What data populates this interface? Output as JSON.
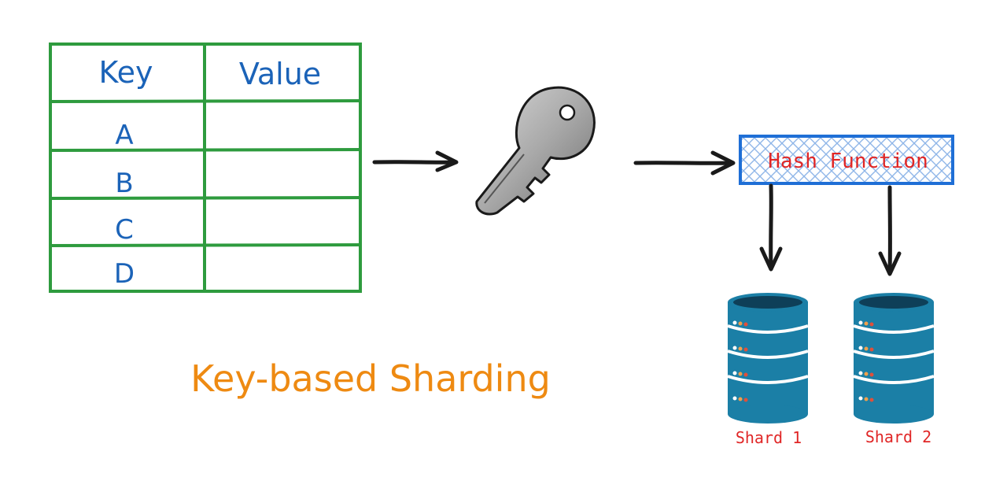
{
  "table": {
    "headers": [
      "Key",
      "Value"
    ],
    "rows": [
      {
        "key": "A",
        "value": ""
      },
      {
        "key": "B",
        "value": ""
      },
      {
        "key": "C",
        "value": ""
      },
      {
        "key": "D",
        "value": ""
      }
    ]
  },
  "hash_function": {
    "label": "Hash Function"
  },
  "shards": [
    {
      "label": "Shard 1"
    },
    {
      "label": "Shard 2"
    }
  ],
  "title": "Key-based Sharding",
  "icons": [
    "key-icon",
    "database-icon",
    "database-icon"
  ],
  "colors": {
    "table_border": "#2e9b3e",
    "table_text": "#1b63b8",
    "hash_border": "#1f6fd6",
    "hash_text": "#e02626",
    "title": "#ee8a12",
    "database": "#1b7fa6",
    "arrow": "#1a1a1a"
  }
}
